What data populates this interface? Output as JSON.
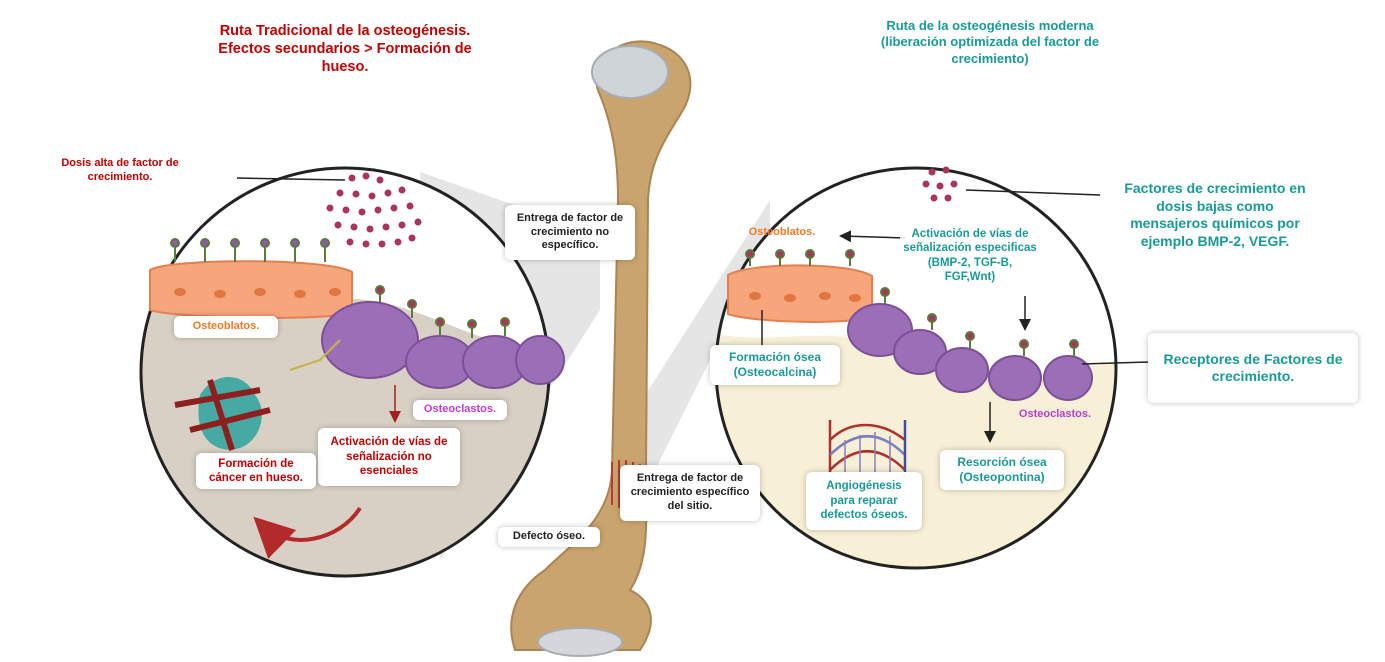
{
  "colors": {
    "red": "#c00000",
    "teal": "#1a9a96",
    "orange": "#f07a28",
    "magenta": "#c43ad2",
    "bone": "#c9a46e",
    "left_circle_bg": "#d8d0c4",
    "right_circle_bg": "#f7f0d6",
    "osteoblast": "#f7a57a",
    "osteoclast": "#9b6fb6",
    "growth_factor": "#a8355a"
  },
  "left_panel": {
    "title": [
      "Ruta Tradicional de la osteogénesis.",
      "Efectos secundarios > Formación de",
      "hueso."
    ],
    "high_dose": [
      "Dosis alta de factor de",
      "crecimiento."
    ],
    "osteoblasts": "Osteoblatos.",
    "osteoclasts": "Osteoclastos.",
    "nonessential_pathways": [
      "Activación de vías de",
      "señalización no",
      "esenciales"
    ],
    "cancer": [
      "Formación de",
      "cáncer en hueso."
    ]
  },
  "center": {
    "nonspecific_delivery": [
      "Entrega de factor de",
      "crecimiento no",
      "específico."
    ],
    "specific_delivery": [
      "Entrega de factor de",
      "crecimiento específico",
      "del sitio."
    ],
    "bone_defect": "Defecto óseo."
  },
  "right_panel": {
    "title": [
      "Ruta de la osteogénesis moderna",
      "(liberación optimizada del factor de",
      "crecimiento)"
    ],
    "low_dose": [
      "Factores de crecimiento en",
      "dosis bajas como",
      "mensajeros químicos por",
      "ejemplo BMP-2, VEGF."
    ],
    "osteoblasts": "Osteoblatos.",
    "specific_pathways": [
      "Activación de vías de",
      "señalización especificas",
      "(BMP-2, TGF-B,",
      "FGF,Wnt)"
    ],
    "bone_formation": [
      "Formación ósea",
      "(Osteocalcina)"
    ],
    "receptors": [
      "Receptores de Factores de",
      "crecimiento."
    ],
    "osteoclasts": "Osteoclastos.",
    "resorption": [
      "Resorción ósea",
      "(Osteopontina)"
    ],
    "angiogenesis": [
      "Angiogénesis",
      "para reparar",
      "defectos óseos."
    ]
  }
}
